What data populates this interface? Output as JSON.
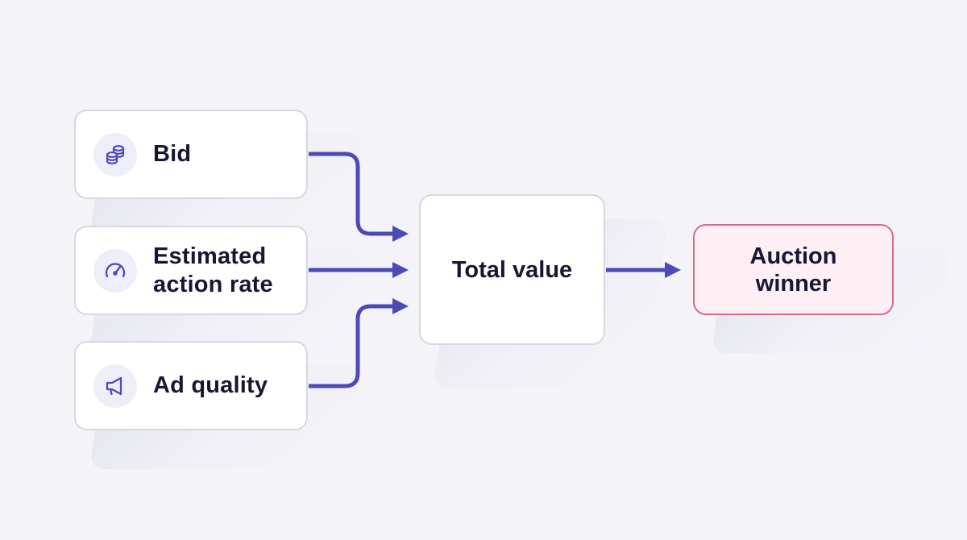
{
  "inputs": [
    {
      "label": "Bid",
      "icon": "coins-icon"
    },
    {
      "label": "Estimated action rate",
      "icon": "speedometer-icon"
    },
    {
      "label": "Ad quality",
      "icon": "megaphone-icon"
    }
  ],
  "center": {
    "label": "Total value"
  },
  "output": {
    "label": "Auction winner"
  },
  "colors": {
    "background": "#f3f3f8",
    "arrow": "#4d49b8",
    "icon": "#4d49b8",
    "icon_bg": "#eeeef8",
    "box_border": "#d7d7e0",
    "winner_border": "#d46b8e",
    "winner_fill": "#fdeff3",
    "text": "#171733"
  }
}
